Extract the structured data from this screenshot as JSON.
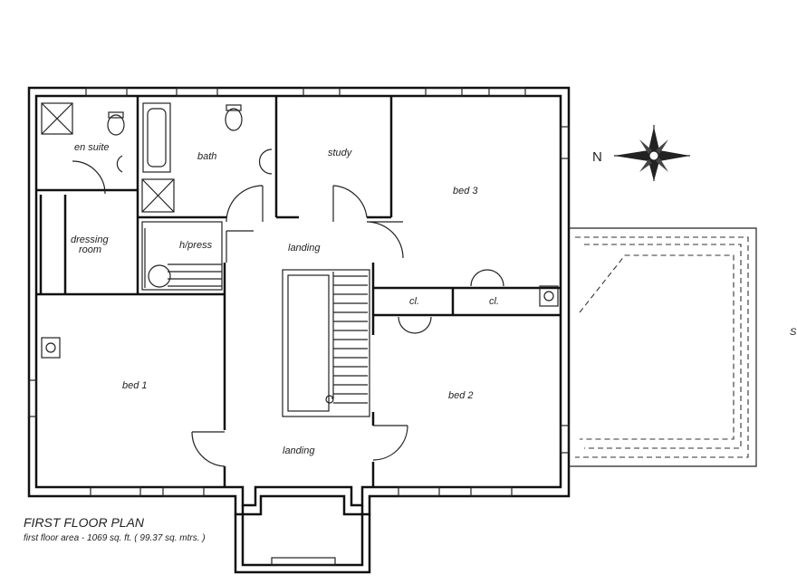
{
  "plan": {
    "title": "FIRST FLOOR PLAN",
    "area_note": "first floor area - 1069 sq. ft. ( 99.37 sq. mtrs. )",
    "compass_letter": "N",
    "edge_letter": "S",
    "rooms": {
      "en_suite": "en suite",
      "bath": "bath",
      "study": "study",
      "bed3": "bed 3",
      "dressing_line1": "dressing",
      "dressing_line2": "room",
      "hpress": "h/press",
      "landing_upper": "landing",
      "cl_left": "cl.",
      "cl_right": "cl.",
      "bed1": "bed 1",
      "bed2": "bed 2",
      "landing_lower": "landing"
    }
  }
}
